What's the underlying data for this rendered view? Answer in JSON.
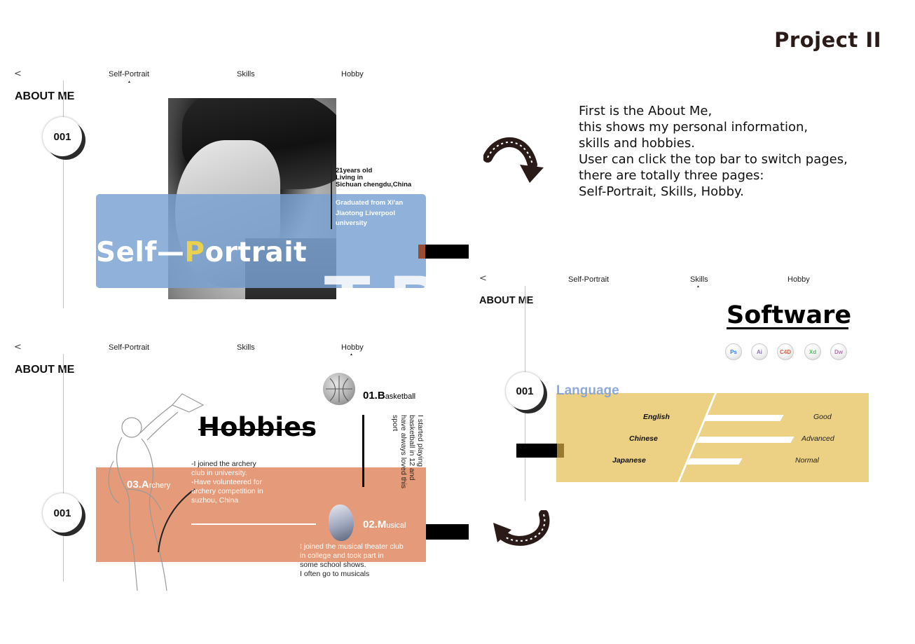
{
  "project_title": "Project II",
  "description": [
    "First is the About Me,",
    "this shows my personal information,",
    "skills and hobbies.",
    "User can click the top bar to switch pages,",
    "there are totally three pages:",
    "Self-Portrait, Skills, Hobby."
  ],
  "nav": {
    "back": "<",
    "items": [
      "Self-Portrait",
      "Skills",
      "Hobby"
    ]
  },
  "about_label": "ABOUT ME",
  "badge_number": "001",
  "self_portrait": {
    "title_prefix": "Self—",
    "title_highlight": "P",
    "title_suffix": "ortrait",
    "info_dark": [
      "21years old",
      "Living in",
      "Sichuan chengdu,China"
    ],
    "info_white": "Graduated from Xi'an Jiaotong Liverpool university",
    "ghost_text": "T P"
  },
  "skills": {
    "software_title": "Software",
    "software_icons": [
      {
        "abbr": "Ps",
        "icon": "photoshop-icon",
        "color": "#2f7de1"
      },
      {
        "abbr": "Ai",
        "icon": "illustrator-icon",
        "color": "#8a6fb5"
      },
      {
        "abbr": "C4D",
        "icon": "cinema4d-icon",
        "color": "#d8624a"
      },
      {
        "abbr": "Xd",
        "icon": "adobe-xd-icon",
        "color": "#5ab86a"
      },
      {
        "abbr": "Dw",
        "icon": "dreamweaver-icon",
        "color": "#b86fb0"
      }
    ],
    "language_title": "Language",
    "languages": [
      {
        "name": "English",
        "level": "Good"
      },
      {
        "name": "Chinese",
        "level": "Advanced"
      },
      {
        "name": "Japanese",
        "level": "Normal"
      }
    ],
    "language_bar_levels": [
      0.72,
      0.9,
      0.5
    ]
  },
  "hobbies": {
    "title": "Hobbies",
    "archery_num": "03.A",
    "archery_rest": "rchery",
    "archery_text_dark": [
      "-I joined the archery"
    ],
    "archery_text_white": [
      "club in university.",
      "-Have volunteered for",
      "archery competition in",
      "suzhou, China"
    ],
    "basketball_num": "01.B",
    "basketball_rest": "asketball",
    "basketball_text": "I started playing basketball in 12 and have always loved this sport",
    "musical_num": "02.M",
    "musical_rest": "usical",
    "musical_text_white": [
      "I joined the musical theater club",
      "in college and took part in"
    ],
    "musical_text_dark": [
      "some school shows.",
      " I often go to musicals"
    ]
  },
  "colors": {
    "blue_panel": "#78a0d2",
    "highlight_yellow": "#e9d04f",
    "orange_panel": "#e59b79",
    "language_panel": "#ecd084",
    "arrow_brown": "#2b1b18",
    "bar_accent": "#9a4c2e"
  }
}
